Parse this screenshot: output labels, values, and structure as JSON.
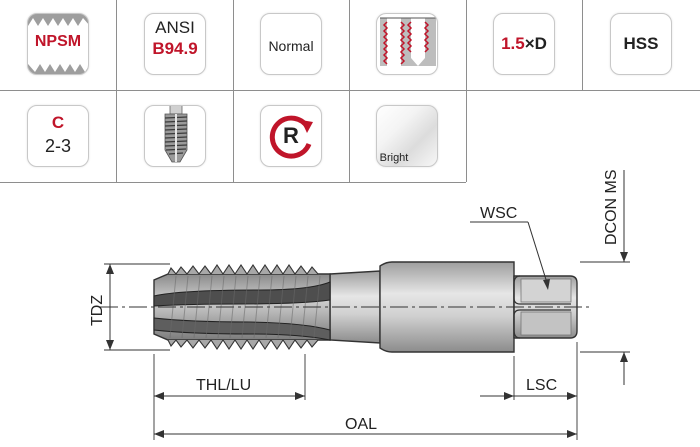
{
  "attributes": {
    "thread_standard": "NPSM",
    "norm_line1": "ANSI",
    "norm_line2": "B94.9",
    "flute_type": "Normal",
    "depth_value": "1.5",
    "depth_suffix": "×D",
    "material": "HSS",
    "tolerance_class_letter": "C",
    "tolerance_class_value": "2-3",
    "rotation_direction": "R",
    "surface_finish": "Bright"
  },
  "drawing": {
    "labels": {
      "wsc": "WSC",
      "dcon_ms": "DCON MS",
      "tdz": "TDZ",
      "thl_lu": "THL/LU",
      "lsc": "LSC",
      "oal": "OAL"
    }
  },
  "colors": {
    "accent_red": "#c0152a",
    "grid_line": "#8e8e8e",
    "tool_body": "#c9c9c9"
  }
}
